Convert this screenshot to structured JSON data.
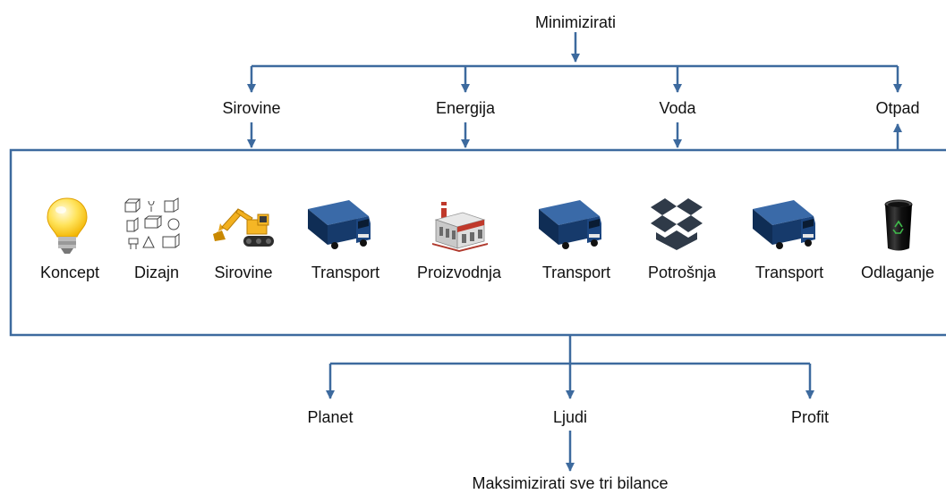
{
  "top": {
    "label": "Minimizirati"
  },
  "inputs": [
    "Sirovine",
    "Energija",
    "Voda",
    "Otpad"
  ],
  "stages": [
    {
      "label": "Koncept",
      "icon": "lightbulb-icon"
    },
    {
      "label": "Dizajn",
      "icon": "sketch-icon"
    },
    {
      "label": "Sirovine",
      "icon": "excavator-icon"
    },
    {
      "label": "Transport",
      "icon": "truck-icon"
    },
    {
      "label": "Proizvodnja",
      "icon": "factory-icon"
    },
    {
      "label": "Transport",
      "icon": "truck-icon"
    },
    {
      "label": "Potrošnja",
      "icon": "open-box-icon"
    },
    {
      "label": "Transport",
      "icon": "truck-icon"
    },
    {
      "label": "Odlaganje",
      "icon": "recycle-bin-icon"
    }
  ],
  "outputs": [
    "Planet",
    "Ljudi",
    "Profit"
  ],
  "bottom": {
    "label": "Maksimizirati sve tri bilance"
  },
  "colors": {
    "line": "#3d6a9e",
    "truck_body": "#163a6b",
    "bulb": "#ffd63a"
  }
}
